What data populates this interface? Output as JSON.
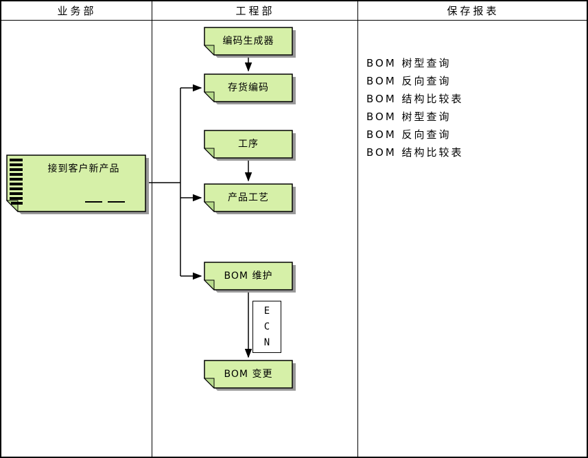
{
  "columns": [
    {
      "label": "业务部"
    },
    {
      "label": "工程部"
    },
    {
      "label": "保存报表"
    }
  ],
  "business": {
    "document_label": "接到客户新产品"
  },
  "engineering": {
    "nodes": [
      {
        "label": "编码生成器"
      },
      {
        "label": "存货编码"
      },
      {
        "label": "工序"
      },
      {
        "label": "产品工艺"
      },
      {
        "label": "BOM 维护"
      },
      {
        "label": "BOM 变更"
      }
    ],
    "ecn_label": "ECN"
  },
  "reports": {
    "items": [
      "BOM 树型查询",
      "BOM 反向查询",
      "BOM 结构比较表",
      "BOM 树型查询",
      "BOM 反向查询",
      "BOM 结构比较表"
    ]
  },
  "colors": {
    "background": "#ffffff",
    "node_fill": "#d6f0a8",
    "node_fold": "#b8dc8c",
    "node_shadow": "#999999",
    "line": "#000000"
  }
}
